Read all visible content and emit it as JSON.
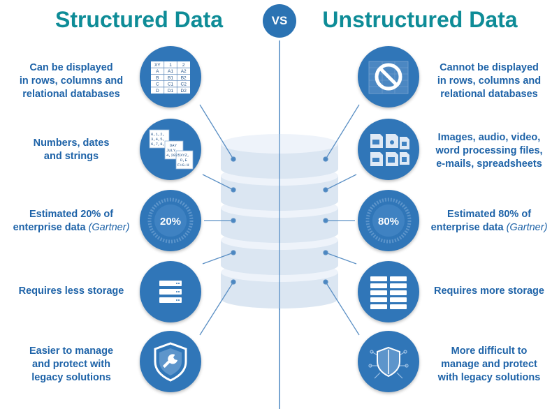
{
  "header": {
    "left_title": "Structured Data",
    "right_title": "Unstructured Data",
    "vs_label": "VS"
  },
  "structured": {
    "items": [
      {
        "line1": "Can be displayed",
        "line2": "in rows, columns and",
        "line3": "relational databases",
        "icon": "table-grid-icon"
      },
      {
        "line1": "Numbers, dates",
        "line2": "and strings",
        "icon": "data-cards-icon"
      },
      {
        "line1": "Estimated 20% of",
        "line2": "enterprise data",
        "note": "(Gartner)",
        "icon": "percent-gauge-icon"
      },
      {
        "line1": "Requires less storage",
        "icon": "small-server-icon"
      },
      {
        "line1": "Easier to manage",
        "line2": "and protect with",
        "line3": "legacy solutions",
        "icon": "shield-wrench-icon"
      }
    ],
    "table_icon": {
      "cells": [
        [
          "XY",
          "1",
          "2"
        ],
        [
          "A",
          "A1",
          "A2"
        ],
        [
          "B",
          "B1",
          "B2"
        ],
        [
          "C",
          "C1",
          "C2"
        ],
        [
          "D",
          "D1",
          "D2"
        ]
      ]
    },
    "cards_icon": {
      "card1": "0,1,2,",
      "card1b": "3,4,5,",
      "card1c": "6,7,8,",
      "card2": "DAY",
      "card2b": "JULY",
      "card2c": "4,2025",
      "card3": "XYZ,",
      "card3b": "D,E",
      "card3c": "F+G-H"
    },
    "gauge_value": "20%"
  },
  "unstructured": {
    "items": [
      {
        "line1": "Cannot be displayed",
        "line2": "in rows, columns and",
        "line3": "relational databases",
        "icon": "no-table-icon"
      },
      {
        "line1": "Images, audio, video,",
        "line2": "word processing files,",
        "line3": "e-mails, spreadsheets",
        "icon": "files-icon"
      },
      {
        "line1": "Estimated 80% of",
        "line2": "enterprise data",
        "note": "(Gartner)",
        "icon": "percent-gauge-icon"
      },
      {
        "line1": "Requires more storage",
        "icon": "large-server-icon"
      },
      {
        "line1": "More difficult to",
        "line2": "manage and protect",
        "line3": "with legacy solutions",
        "icon": "shield-threat-icon"
      }
    ],
    "gauge_value": "80%"
  },
  "colors": {
    "title": "#0e8c97",
    "label": "#1e63a8",
    "circle": "#3076b8",
    "database": "#dde7f3",
    "divider": "#4b87c2"
  }
}
